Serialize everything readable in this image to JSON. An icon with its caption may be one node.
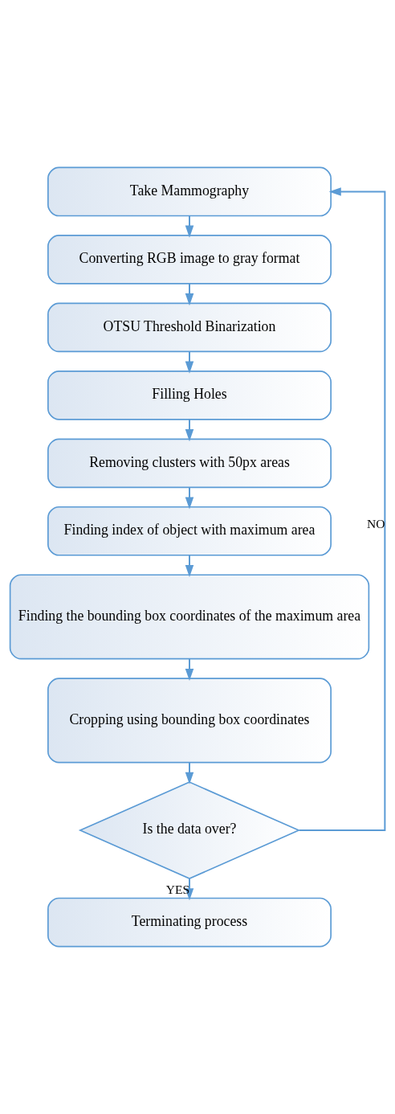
{
  "diagram": {
    "nodes": [
      {
        "text": [
          "Take Mammography"
        ]
      },
      {
        "text": [
          "Converting RGB image to gray format"
        ]
      },
      {
        "text": [
          "OTSU Threshold Binarization"
        ]
      },
      {
        "text": [
          "Filling Holes"
        ]
      },
      {
        "text": [
          "Removing clusters with 50px areas"
        ]
      },
      {
        "text": [
          "Finding index of object with maximum area"
        ]
      },
      {
        "text": [
          "Finding the bounding box coordinates of the maximum area"
        ]
      },
      {
        "text": [
          "Cropping using bounding box coordinates"
        ]
      },
      {
        "text": [
          "Is the data over?"
        ]
      },
      {
        "text": [
          "Terminating process"
        ]
      }
    ],
    "edges": [
      {
        "from": 0,
        "to": 1,
        "arrow": "to"
      },
      {
        "from": 1,
        "to": 2,
        "arrow": "to"
      },
      {
        "from": 2,
        "to": 3,
        "arrow": "to"
      },
      {
        "from": 3,
        "to": 4,
        "arrow": "to"
      },
      {
        "from": 4,
        "to": 5,
        "arrow": "to"
      },
      {
        "from": 5,
        "to": 6,
        "arrow": "to"
      },
      {
        "from": 6,
        "to": 7,
        "arrow": "to"
      },
      {
        "from": 7,
        "to": 8,
        "arrow": "to"
      },
      {
        "from": 8,
        "to": 9,
        "arrow": "to",
        "label": "YES"
      },
      {
        "from": 8,
        "to": 0,
        "arrow": "to",
        "label": "NO"
      }
    ]
  }
}
